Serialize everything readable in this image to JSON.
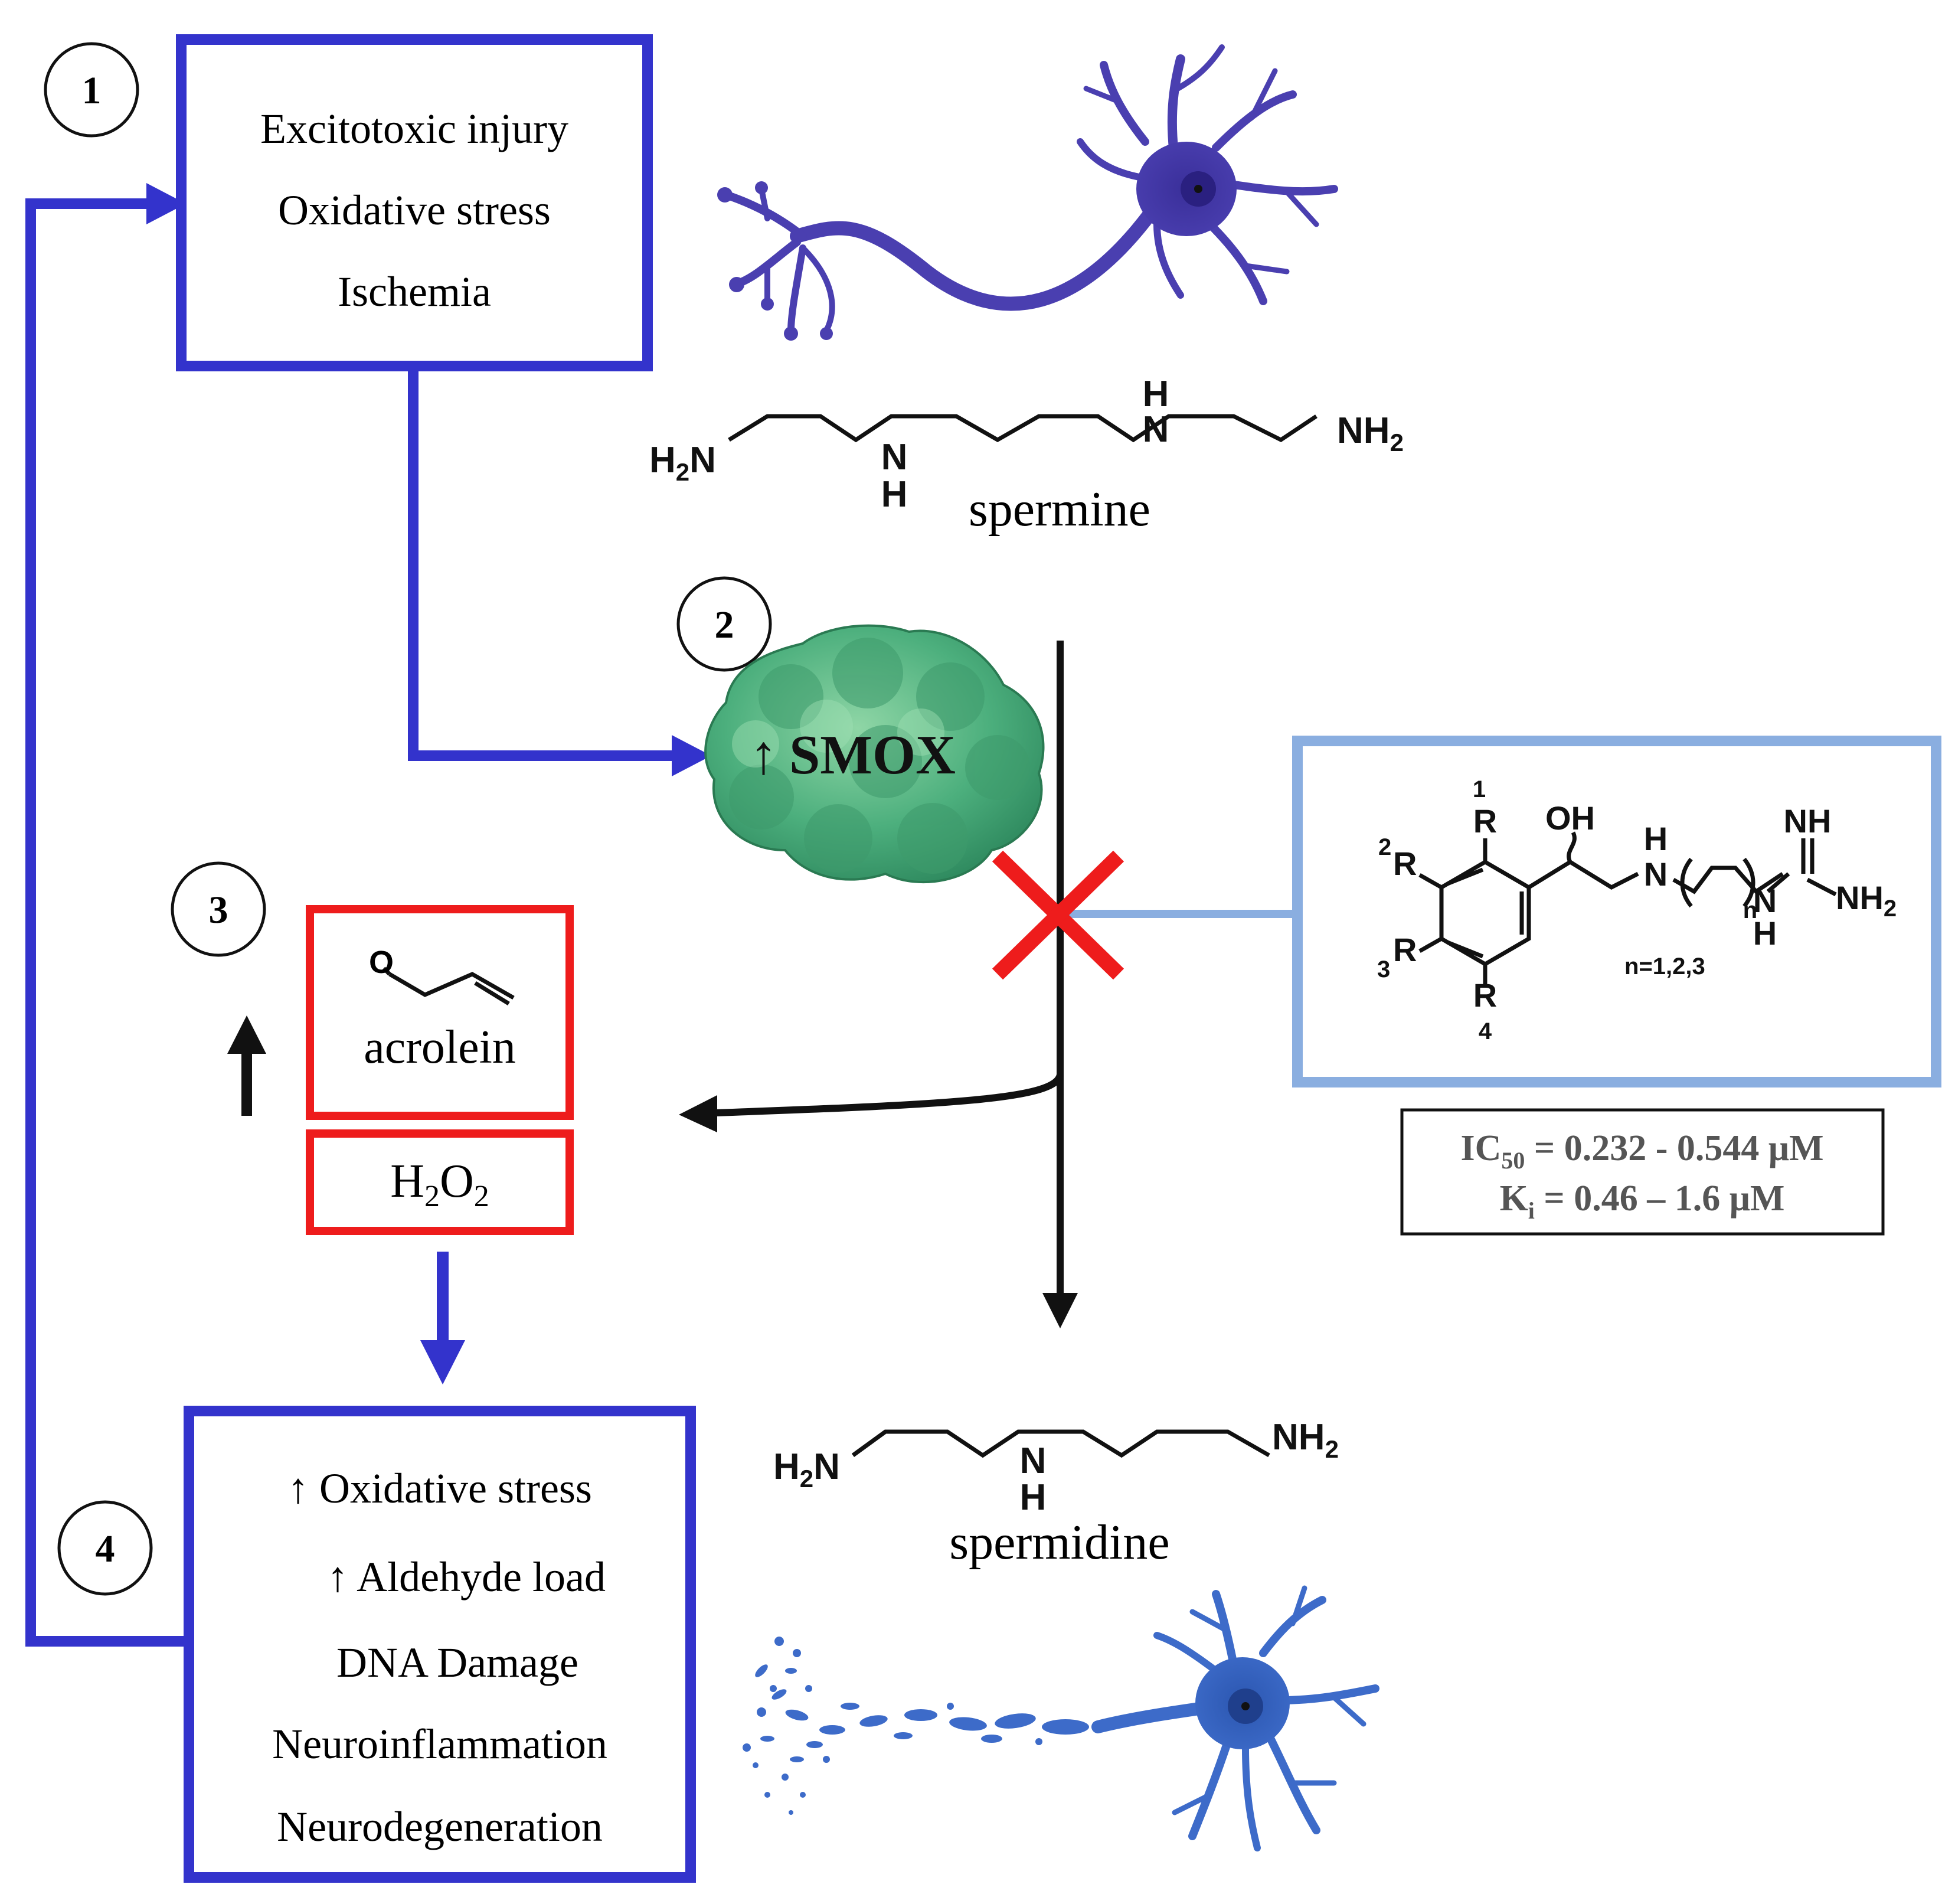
{
  "steps": {
    "one": "1",
    "two": "2",
    "three": "3",
    "four": "4"
  },
  "colors": {
    "pathway_blue": "#3333cc",
    "inhibitor_light_blue": "#8aaee0",
    "product_red": "#ee1c1c",
    "neuron_purple": "#4a3fb0",
    "neuron_blue": "#3d6bc9",
    "smox_green": "#4caf7d"
  },
  "trigger_box": {
    "items": [
      "Excitotoxic injury",
      "Oxidative stress",
      "Ischemia"
    ]
  },
  "spermine": {
    "label": "spermine",
    "atoms": {
      "h2n": "H",
      "h2n_sub": "2",
      "h2n_n": "N",
      "n1": "N",
      "h1": "H",
      "n2": "N",
      "h2": "H",
      "nh2": "NH",
      "nh2_sub": "2"
    }
  },
  "smox": {
    "arrow": "↑",
    "label": "SMOX"
  },
  "products": {
    "arrow_up": "↑",
    "acrolein_label": "acrolein",
    "acrolein_atom_o": "O",
    "h2o2": {
      "h": "H",
      "sub1": "2",
      "o": "O",
      "sub2": "2"
    }
  },
  "inhibitor": {
    "atoms": {
      "r1_num": "1",
      "r1": "R",
      "r2_num": "2",
      "r2": "R",
      "r3_num": "3",
      "r3": "R",
      "r4_num": "4",
      "r4": "R",
      "oh": "OH",
      "nh_h": "H",
      "nh_n": "N",
      "n_sub": "n",
      "nh2_top": "NH",
      "nh_bottom_n": "N",
      "nh_bottom_h": "H",
      "nh2_right": "NH",
      "nh2_right_sub": "2"
    },
    "n_range": "n=1,2,3",
    "ic50": {
      "label": "IC",
      "sub": "50",
      "value": " = 0.232 - 0.544 μM"
    },
    "ki": {
      "label": "K",
      "sub": "i",
      "value": " = 0.46 – 1.6 μM"
    }
  },
  "spermidine": {
    "label": "spermidine",
    "atoms": {
      "h2n": "H",
      "h2n_sub": "2",
      "h2n_n": "N",
      "n": "N",
      "h": "H",
      "nh2": "NH",
      "nh2_sub": "2"
    }
  },
  "effects_box": {
    "items": [
      "↑ Oxidative stress",
      "↑ Aldehyde load",
      "DNA Damage",
      "Neuroinflammation",
      "Neurodegeneration"
    ]
  }
}
